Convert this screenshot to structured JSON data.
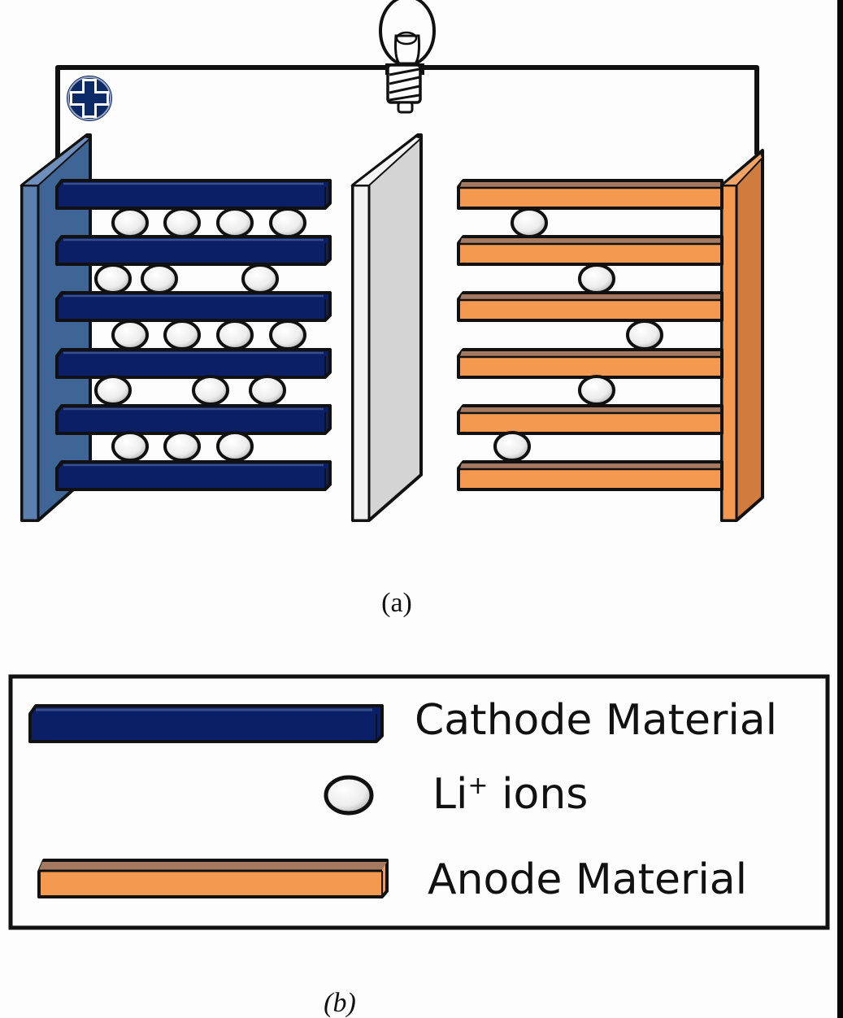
{
  "figure": {
    "caption_a": "(a)",
    "caption_b": "(b)"
  },
  "diagram": {
    "title": "Lithium-ion battery schematic",
    "components": {
      "positive_terminal": "+",
      "load": "light bulb",
      "separator": "separator"
    },
    "cathode": {
      "layers": 6,
      "ion_rows": [
        4,
        3,
        4,
        3,
        3
      ]
    },
    "anode": {
      "layers": 6,
      "ion_rows": [
        1,
        1,
        1,
        1,
        1
      ]
    }
  },
  "legend": {
    "items": [
      {
        "label": "Cathode Material",
        "symbol": "cathode-bar"
      },
      {
        "label_main": "Li",
        "label_sup": "+",
        "label_rest": " ions",
        "symbol": "ion"
      },
      {
        "label": "Anode Material",
        "symbol": "anode-bar"
      }
    ]
  },
  "colors": {
    "cathode": "#0b1f66",
    "cathode_plate": "#3f6496",
    "cathode_plate_side": "#5b80b0",
    "anode": "#f49a50",
    "anode_plate_side": "#cf7c3e",
    "anode_top": "#a67a60",
    "separator": "#d4d4d4",
    "separator_edge": "#f2f2f2",
    "ion": "#f4f4f4",
    "wire": "#111111"
  }
}
